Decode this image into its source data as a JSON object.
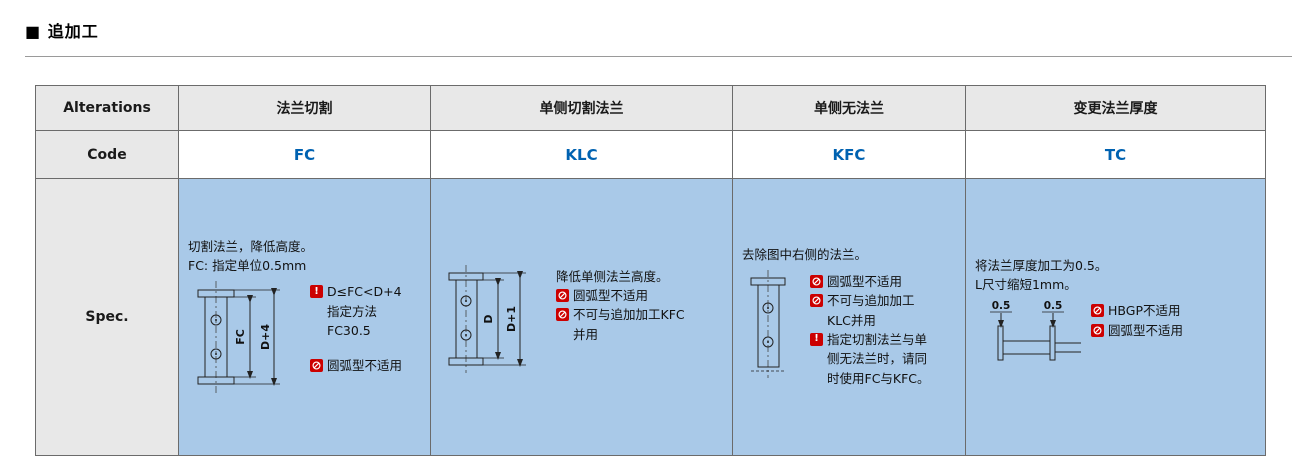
{
  "title": "■ 追加工",
  "icons": {
    "caution": "!"
  },
  "table": {
    "labels": {
      "alterations": "Alterations",
      "code": "Code",
      "spec": "Spec."
    },
    "columns": [
      {
        "name": "法兰切割",
        "code": "FC"
      },
      {
        "name": "单侧切割法兰",
        "code": "KLC"
      },
      {
        "name": "单侧无法兰",
        "code": "KFC"
      },
      {
        "name": "变更法兰厚度",
        "code": "TC"
      }
    ],
    "spec": {
      "fc": {
        "line1": "切割法兰，降低高度。",
        "line2": "FC: 指定单位0.5mm",
        "caution1": "D≤FC<D+4",
        "caution2": "指定方法",
        "caution3": "FC30.5",
        "na1": "圆弧型不适用",
        "dim_inner": "FC",
        "dim_outer": "D+4"
      },
      "klc": {
        "line1": "降低单侧法兰高度。",
        "na1": "圆弧型不适用",
        "na2a": "不可与追加加工KFC",
        "na2b": "并用",
        "dim_inner": "D",
        "dim_outer": "D+1"
      },
      "kfc": {
        "line1": "去除图中右侧的法兰。",
        "na1": "圆弧型不适用",
        "na2a": "不可与追加加工",
        "na2b": "KLC并用",
        "caution1a": "指定切割法兰与单",
        "caution1b": "侧无法兰时，请同",
        "caution1c": "时使用FC与KFC。"
      },
      "tc": {
        "line1": "将法兰厚度加工为0.5。",
        "line2": "L尺寸缩短1mm。",
        "na1": "HBGP不适用",
        "na2": "圆弧型不适用",
        "dim_left": "0.5",
        "dim_right": "0.5"
      }
    }
  }
}
